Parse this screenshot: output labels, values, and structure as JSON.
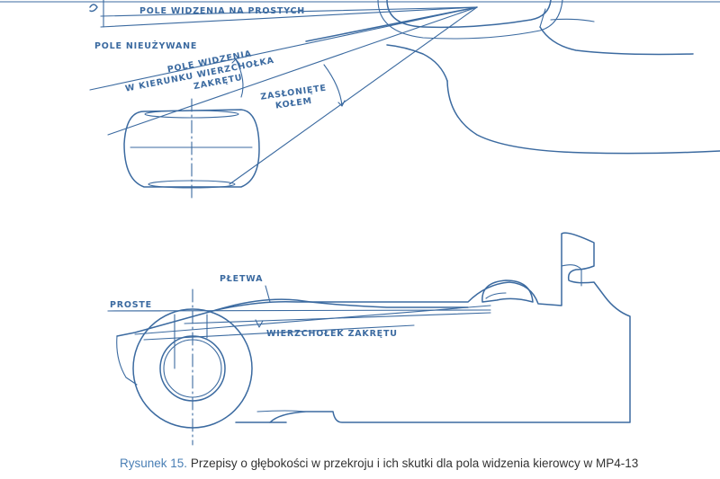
{
  "top_view": {
    "labels": {
      "straight_fov": "POLE WIDZENIA NA PROSTYCH",
      "unused_field": "POLE NIEUŻYWANE",
      "apex_fov_line1": "POLE WIDZENIA",
      "apex_fov_line2": "W KIERUNKU WIERZCHOŁKA",
      "apex_fov_line3": "ZAKRĘTU",
      "wheel_block_line1": "ZASŁONIĘTE",
      "wheel_block_line2": "KOŁEM"
    }
  },
  "side_view": {
    "labels": {
      "fin": "PŁETWA",
      "straights": "PROSTE",
      "corner_apex": "WIERZCHOŁEK ZAKRĘTU"
    }
  },
  "caption": {
    "label": "Rysunek 15.",
    "text": "Przepisy o głębokości w przekroju i ich skutki dla pola widzenia kierowcy w MP4-13"
  },
  "colors": {
    "ink": "#3b6aa0",
    "caption_label": "#4a7fb5",
    "caption_text": "#333333"
  }
}
